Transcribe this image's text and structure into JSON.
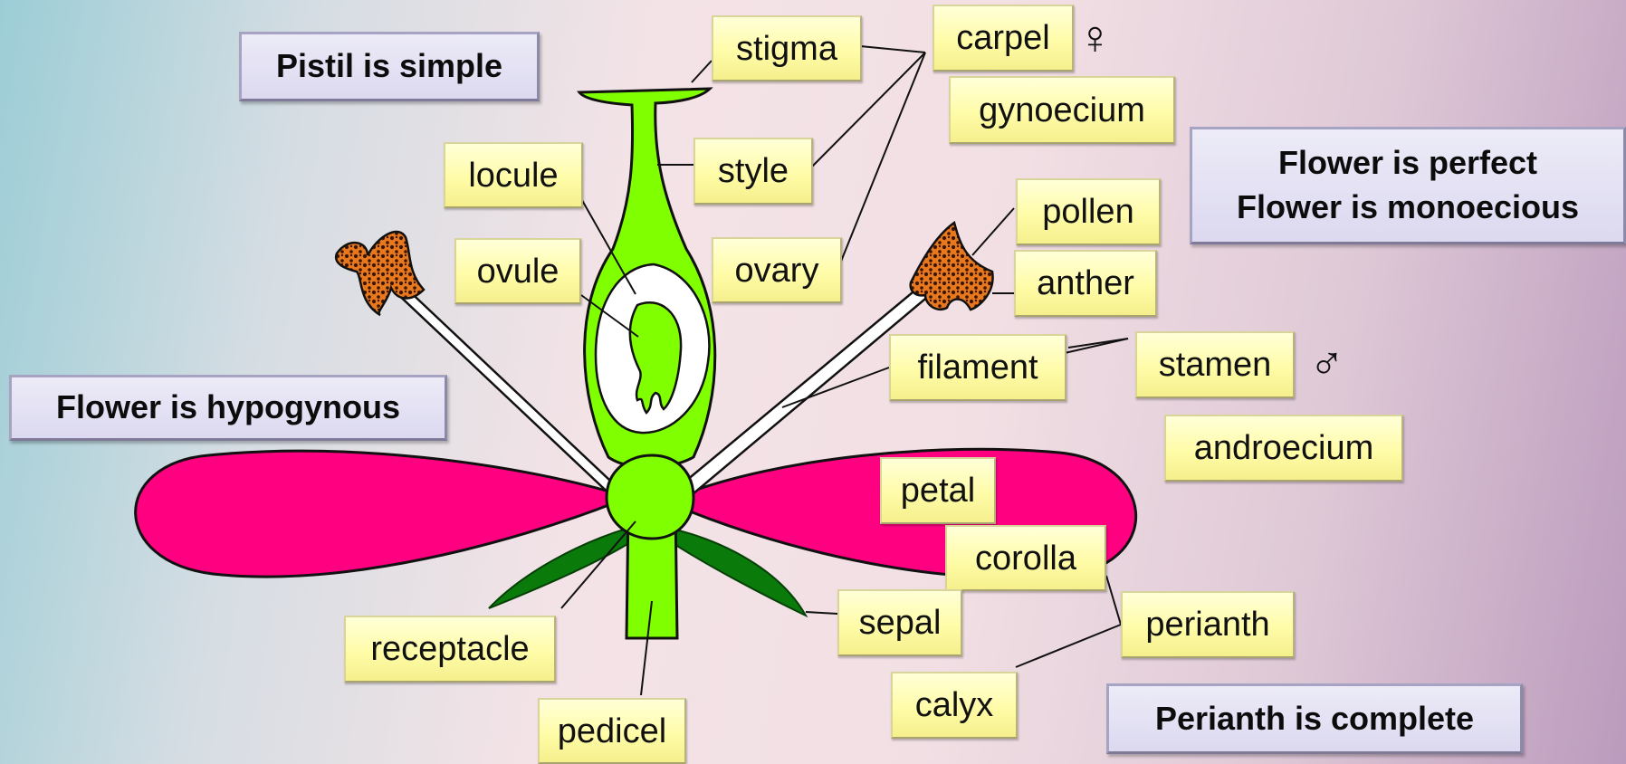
{
  "labels": {
    "stigma": "stigma",
    "carpel": "carpel",
    "gynoecium": "gynoecium",
    "style": "style",
    "locule": "locule",
    "ovule": "ovule",
    "ovary": "ovary",
    "pollen": "pollen",
    "anther": "anther",
    "filament": "filament",
    "stamen": "stamen",
    "androecium": "androecium",
    "petal": "petal",
    "corolla": "corolla",
    "sepal": "sepal",
    "perianth": "perianth",
    "calyx": "calyx",
    "receptacle": "receptacle",
    "pedicel": "pedicel"
  },
  "symbols": {
    "female": "♀",
    "male": "♂"
  },
  "statements": {
    "pistil": "Pistil is simple",
    "perfect": "Flower is perfect",
    "monoecious": "Flower is monoecious",
    "hypogynous": "Flower is hypogynous",
    "perianth_complete": "Perianth is complete"
  },
  "colors": {
    "petal": "#ff0080",
    "pistil": "#80ff00",
    "sepal": "#0a7a0a",
    "anther": "#e8781e",
    "label_fill": "#fffca8",
    "statement_fill": "#dcd9f0"
  }
}
